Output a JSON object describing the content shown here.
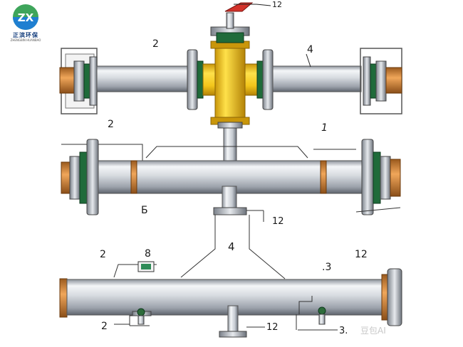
{
  "logo": {
    "initials": "ZX",
    "name_cn": "正滨环保",
    "tagline": "ZHENGBIN HUANBAO"
  },
  "labels": {
    "top_12": "12",
    "top_2": "2",
    "top_4": "4",
    "mid_2": "2",
    "mid_1": "1",
    "mid_b": "Б",
    "mid_12": "12",
    "low_4": "4",
    "low_2": "2",
    "low_8": "8",
    "low_3": ".3",
    "low_12r": "12",
    "bot_2": "2",
    "bot_12": "12",
    "bot_3": "3."
  },
  "watermark": "豆包AI",
  "colors": {
    "pipe_light": "#eef0f3",
    "pipe_mid": "#b9bec6",
    "pipe_dark": "#6f7580",
    "tee_yellow": "#f2c51a",
    "tee_dark": "#c9960a",
    "flange_green": "#1f6b3a",
    "copper": "#d8893c",
    "valve_red": "#d3322a",
    "line": "#2a2a2a"
  }
}
